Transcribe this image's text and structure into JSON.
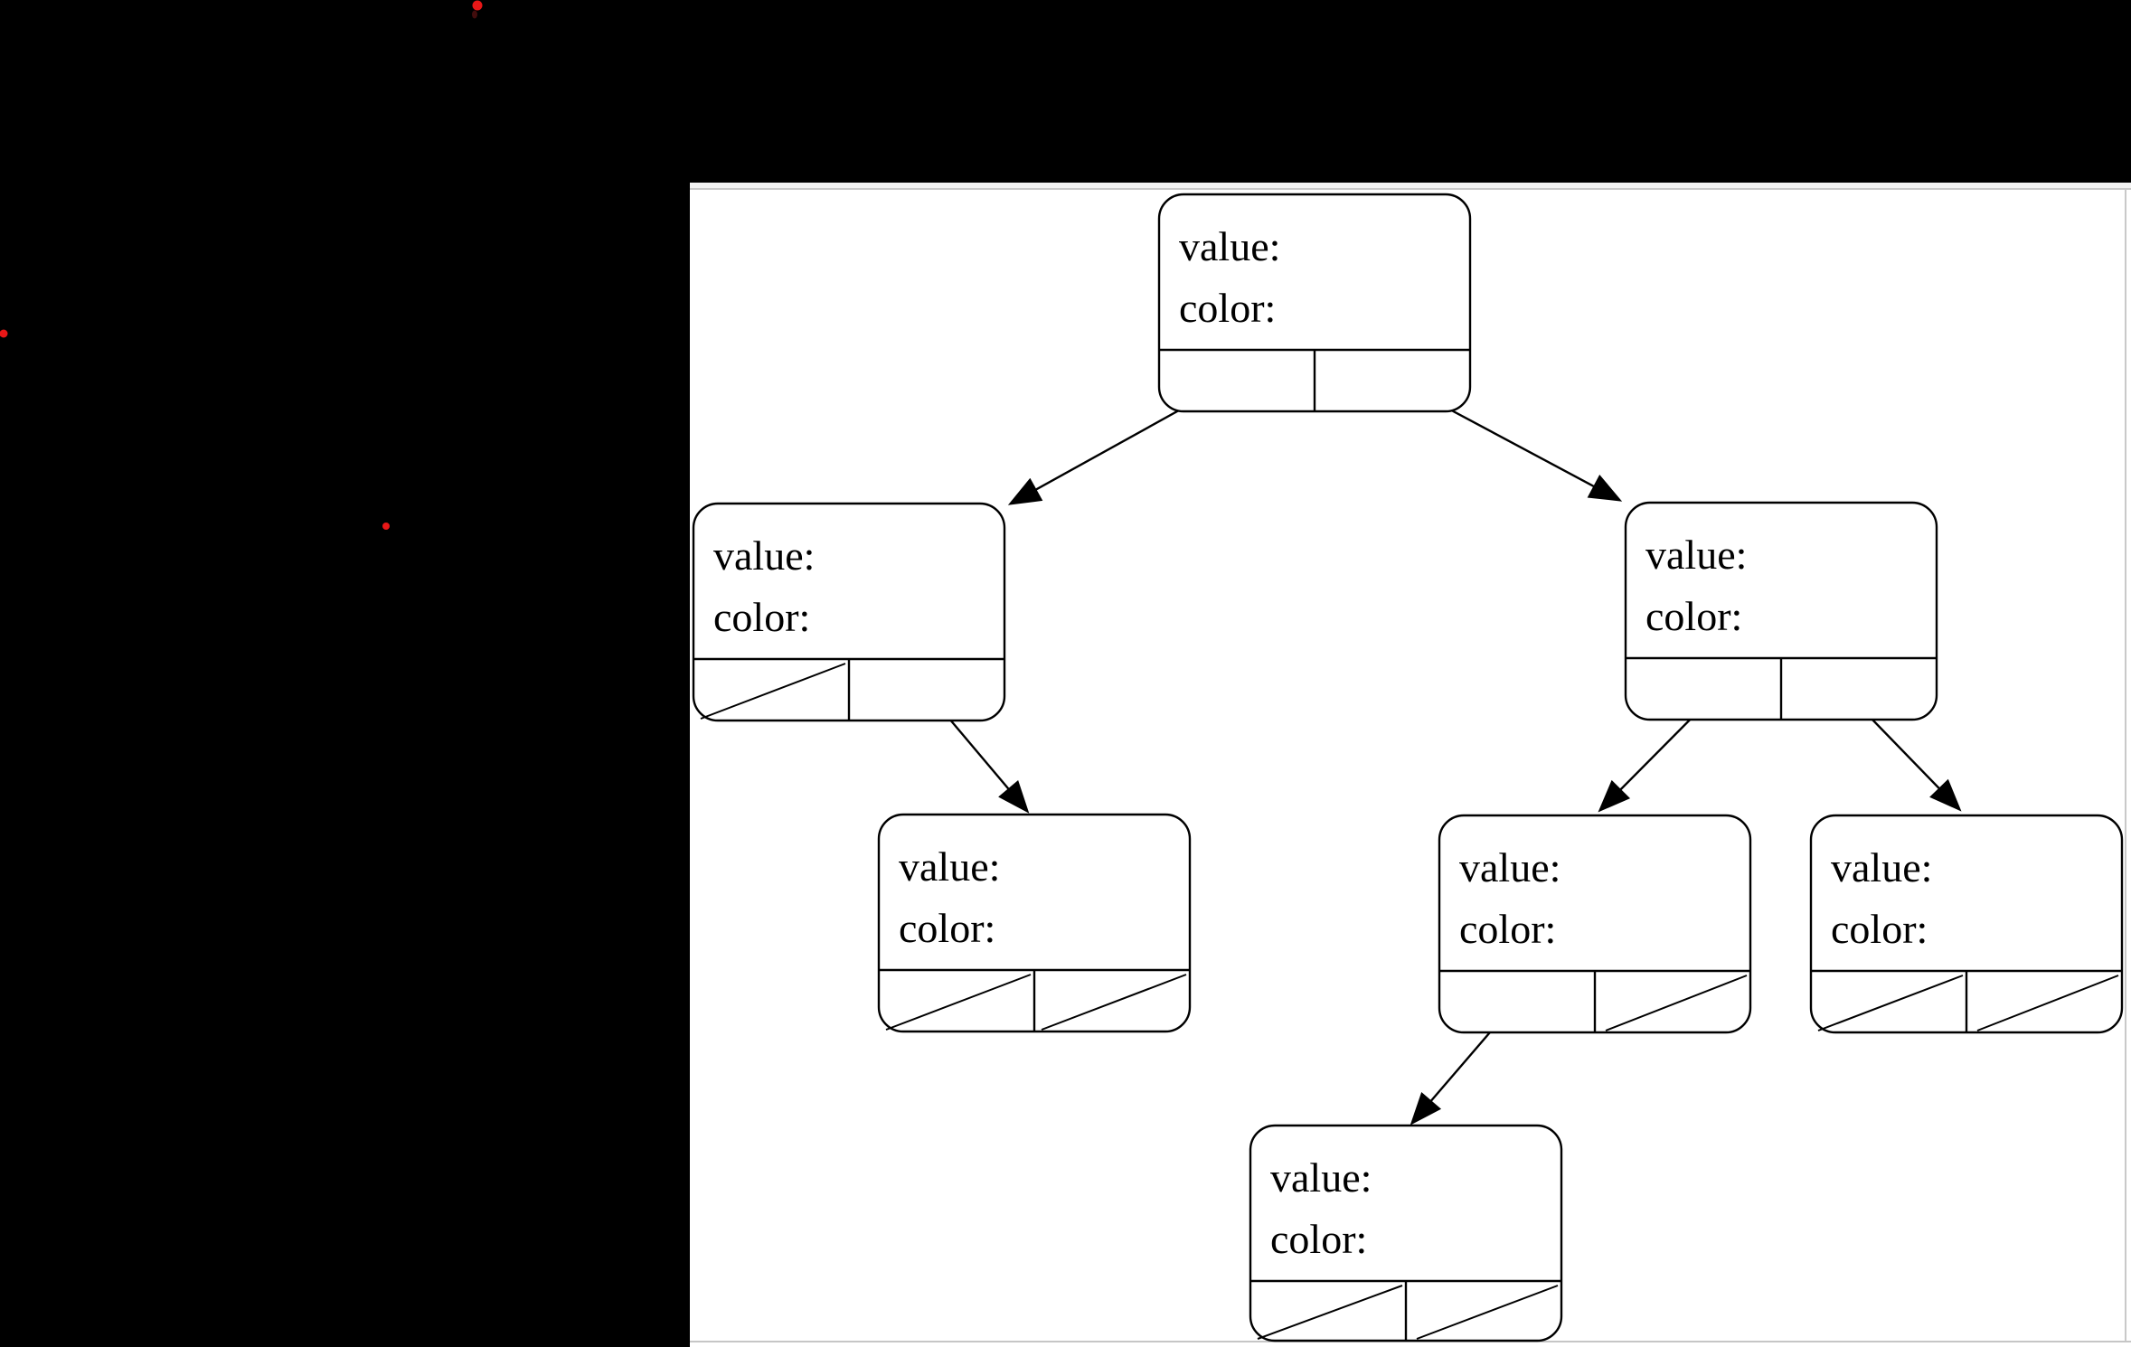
{
  "background_color": "#000000",
  "panel": {
    "background": "#ffffff",
    "border_color": "#c9c9c9"
  },
  "annotation_dots": {
    "color": "#e91717",
    "count": 3
  },
  "diagram": {
    "type": "binary-tree",
    "line_color": "#000000",
    "node_field_labels": [
      "value:",
      "color:"
    ],
    "nodes": [
      {
        "id": "root",
        "value_label": "value:",
        "color_label": "color:",
        "left_child": "left-child",
        "right_child": "right-child"
      },
      {
        "id": "left-child",
        "value_label": "value:",
        "color_label": "color:",
        "left_child": null,
        "right_child": "left-right-grandchild"
      },
      {
        "id": "right-child",
        "value_label": "value:",
        "color_label": "color:",
        "left_child": "right-left-grandchild",
        "right_child": "right-right-grandchild"
      },
      {
        "id": "left-right-grandchild",
        "value_label": "value:",
        "color_label": "color:",
        "left_child": null,
        "right_child": null
      },
      {
        "id": "right-left-grandchild",
        "value_label": "value:",
        "color_label": "color:",
        "left_child": "bottom-node",
        "right_child": null
      },
      {
        "id": "right-right-grandchild",
        "value_label": "value:",
        "color_label": "color:",
        "left_child": null,
        "right_child": null
      },
      {
        "id": "bottom-node",
        "value_label": "value:",
        "color_label": "color:",
        "left_child": null,
        "right_child": null
      }
    ]
  }
}
